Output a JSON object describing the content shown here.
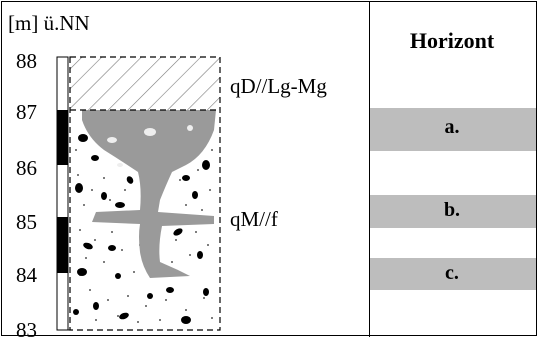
{
  "axis": {
    "unit_label": "[m] ü.NN",
    "ticks": [
      "88",
      "87",
      "86",
      "85",
      "84",
      "83"
    ]
  },
  "profile": {
    "upper_layer_label": "qD//Lg-Mg",
    "lower_layer_label": "qM//f"
  },
  "table": {
    "header": "Horizont",
    "horizons": [
      "a.",
      "b.",
      "c."
    ]
  },
  "colors": {
    "fill_gray": "#9a9a9a",
    "band_gray": "#bdbdbd",
    "scale_black": "#000000"
  }
}
